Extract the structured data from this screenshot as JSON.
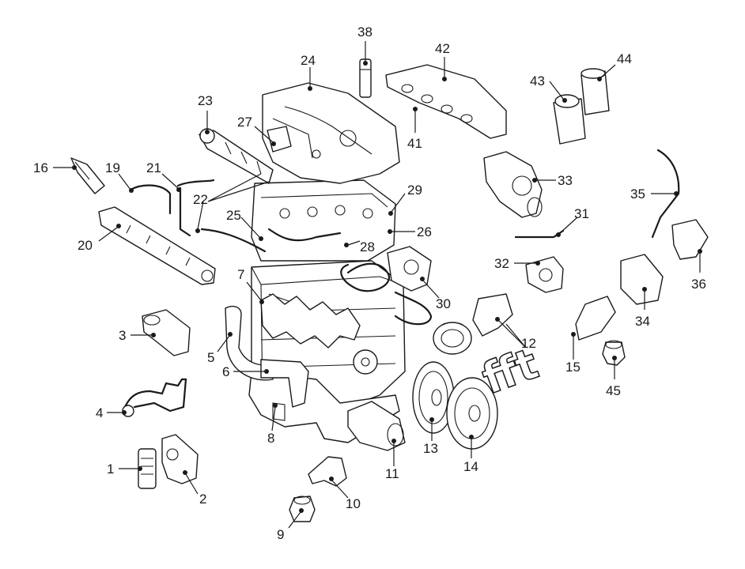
{
  "callouts": [
    {
      "id": "1",
      "label": "1"
    },
    {
      "id": "2",
      "label": "2"
    },
    {
      "id": "3",
      "label": "3"
    },
    {
      "id": "4",
      "label": "4"
    },
    {
      "id": "5",
      "label": "5"
    },
    {
      "id": "6",
      "label": "6"
    },
    {
      "id": "7",
      "label": "7"
    },
    {
      "id": "8",
      "label": "8"
    },
    {
      "id": "9",
      "label": "9"
    },
    {
      "id": "10",
      "label": "10"
    },
    {
      "id": "11",
      "label": "11"
    },
    {
      "id": "12",
      "label": "12"
    },
    {
      "id": "13",
      "label": "13"
    },
    {
      "id": "14",
      "label": "14"
    },
    {
      "id": "15",
      "label": "15"
    },
    {
      "id": "16",
      "label": "16"
    },
    {
      "id": "19",
      "label": "19"
    },
    {
      "id": "20",
      "label": "20"
    },
    {
      "id": "21",
      "label": "21"
    },
    {
      "id": "22",
      "label": "22"
    },
    {
      "id": "23",
      "label": "23"
    },
    {
      "id": "24",
      "label": "24"
    },
    {
      "id": "25",
      "label": "25"
    },
    {
      "id": "26",
      "label": "26"
    },
    {
      "id": "27",
      "label": "27"
    },
    {
      "id": "28",
      "label": "28"
    },
    {
      "id": "29",
      "label": "29"
    },
    {
      "id": "30",
      "label": "30"
    },
    {
      "id": "31",
      "label": "31"
    },
    {
      "id": "32",
      "label": "32"
    },
    {
      "id": "33",
      "label": "33"
    },
    {
      "id": "34",
      "label": "34"
    },
    {
      "id": "35",
      "label": "35"
    },
    {
      "id": "36",
      "label": "36"
    },
    {
      "id": "38",
      "label": "38"
    },
    {
      "id": "41",
      "label": "41"
    },
    {
      "id": "42",
      "label": "42"
    },
    {
      "id": "43",
      "label": "43"
    },
    {
      "id": "44",
      "label": "44"
    },
    {
      "id": "45",
      "label": "45"
    }
  ],
  "watermark_text": "fft"
}
